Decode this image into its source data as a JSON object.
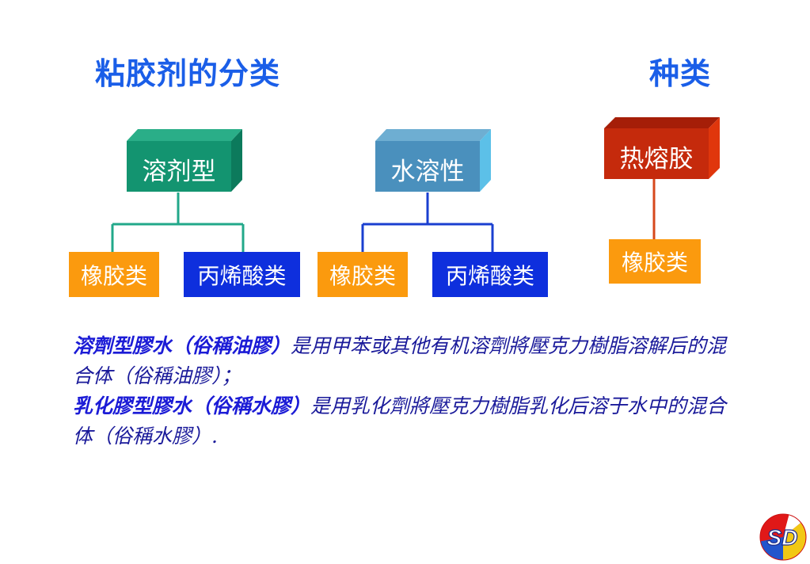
{
  "header": {
    "title_left": "粘胶剂的分类",
    "title_right": "种类"
  },
  "diagram": {
    "groups": [
      {
        "label": "溶剂型",
        "children": [
          "橡胶类",
          "丙烯酸类"
        ]
      },
      {
        "label": "水溶性",
        "children": [
          "橡胶类",
          "丙烯酸类"
        ]
      },
      {
        "label": "热熔胶",
        "children": [
          "橡胶类"
        ]
      }
    ]
  },
  "description": {
    "line1_bold": "溶劑型膠水（俗稱油膠）",
    "line1_rest": "是用甲苯或其他有机溶劑將壓克力樹脂溶解后的混合体（俗稱油膠）；",
    "line2_bold": "乳化膠型膠水（俗稱水膠）",
    "line2_rest": "是用乳化劑將壓克力樹脂乳化后溶于水中的混合体（俗稱水膠）."
  },
  "logo": {
    "text": "SD"
  },
  "colors": {
    "title": "#1a5ee8",
    "solvent": "#139470",
    "water": "#4a90bd",
    "hotmelt": "#c52a0c",
    "orange": "#fb9a0e",
    "blue": "#0e2fdd"
  }
}
